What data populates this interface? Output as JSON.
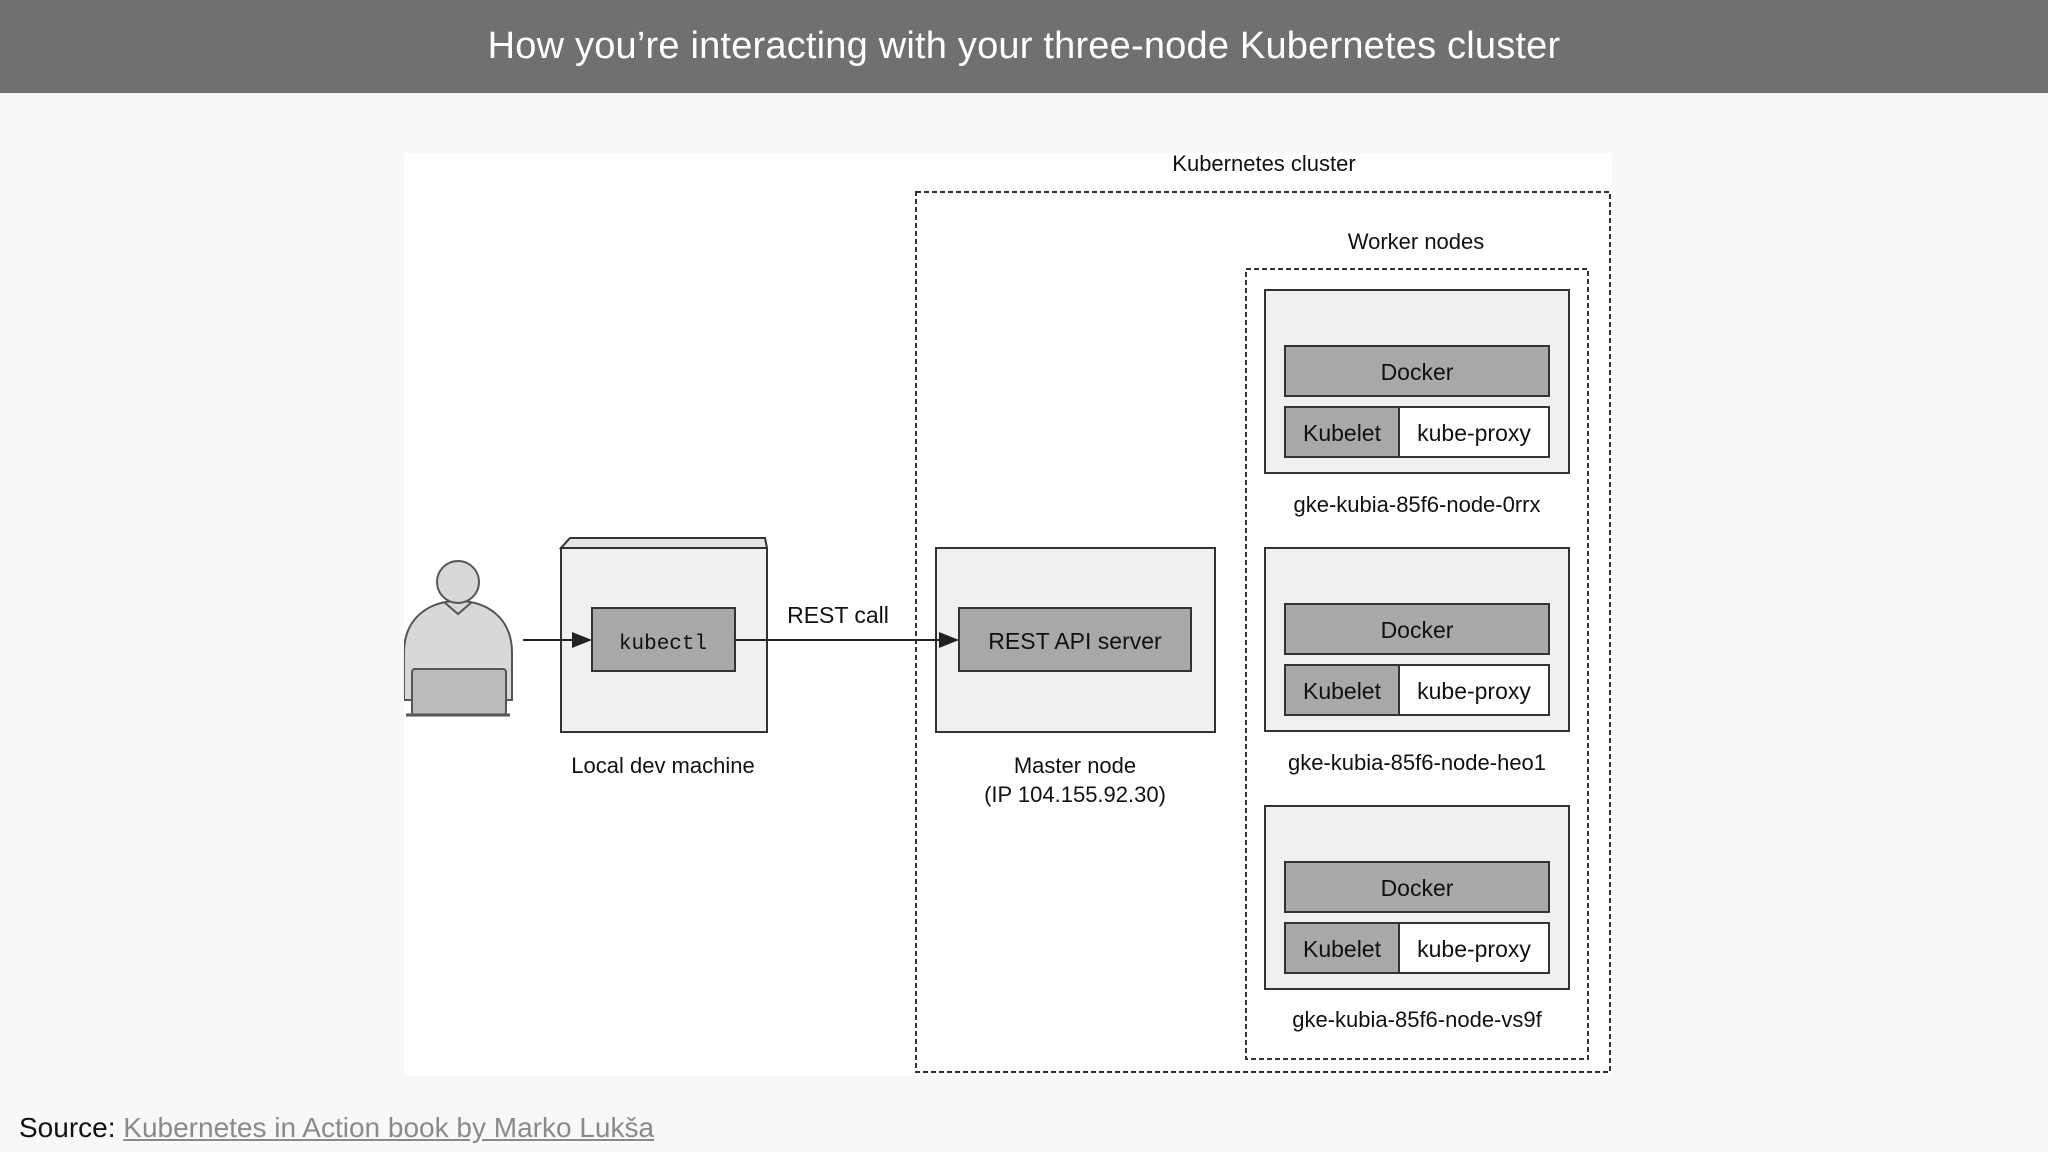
{
  "page": {
    "title": "How you’re interacting with your three-node Kubernetes cluster"
  },
  "diagram": {
    "cluster_label": "Kubernetes cluster",
    "worker_nodes_label": "Worker nodes",
    "local_machine_label": "Local dev machine",
    "kubectl_label": "kubectl",
    "rest_call_label": "REST call",
    "rest_api_label": "REST API server",
    "master_node_label": "Master node",
    "master_ip_label": "(IP 104.155.92.30)",
    "user_icon": "person-at-laptop-icon",
    "workers": [
      {
        "docker": "Docker",
        "kubelet": "Kubelet",
        "proxy": "kube-proxy",
        "name": "gke-kubia-85f6-node-0rrx"
      },
      {
        "docker": "Docker",
        "kubelet": "Kubelet",
        "proxy": "kube-proxy",
        "name": "gke-kubia-85f6-node-heo1"
      },
      {
        "docker": "Docker",
        "kubelet": "Kubelet",
        "proxy": "kube-proxy",
        "name": "gke-kubia-85f6-node-vs9f"
      }
    ],
    "colors": {
      "box_fill": "#f0f0f0",
      "component_fill": "#a8a8a8",
      "stroke": "#333333",
      "title_bar": "#707070"
    }
  },
  "source": {
    "prefix": "Source: ",
    "link_text": "Kubernetes in Action book by  Marko Lukša"
  }
}
